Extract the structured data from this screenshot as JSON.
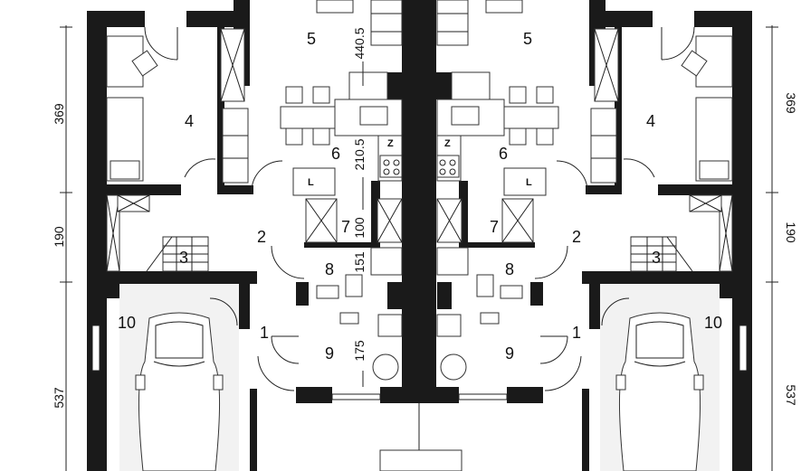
{
  "rooms": {
    "r1_left": "1",
    "r2_left": "2",
    "r3_left": "3",
    "r4_left": "4",
    "r5_left": "5",
    "r6_left": "6",
    "r7_left": "7",
    "r8_left": "8",
    "r9_left": "9",
    "r10_left": "10",
    "r1_right": "1",
    "r2_right": "2",
    "r3_right": "3",
    "r4_right": "4",
    "r5_right": "5",
    "r6_right": "6",
    "r7_right": "7",
    "r8_right": "8",
    "r9_right": "9",
    "r10_right": "10"
  },
  "dimensions": {
    "left": [
      "369",
      "190",
      "537"
    ],
    "right": [
      "369",
      "190",
      "537"
    ],
    "center": [
      "440.5",
      "210.5",
      "100",
      "151",
      "175"
    ]
  },
  "fixtures": {
    "fridge_left": "Z",
    "fridge_right": "Z",
    "cabinet_left": "L",
    "cabinet_right": "L"
  }
}
